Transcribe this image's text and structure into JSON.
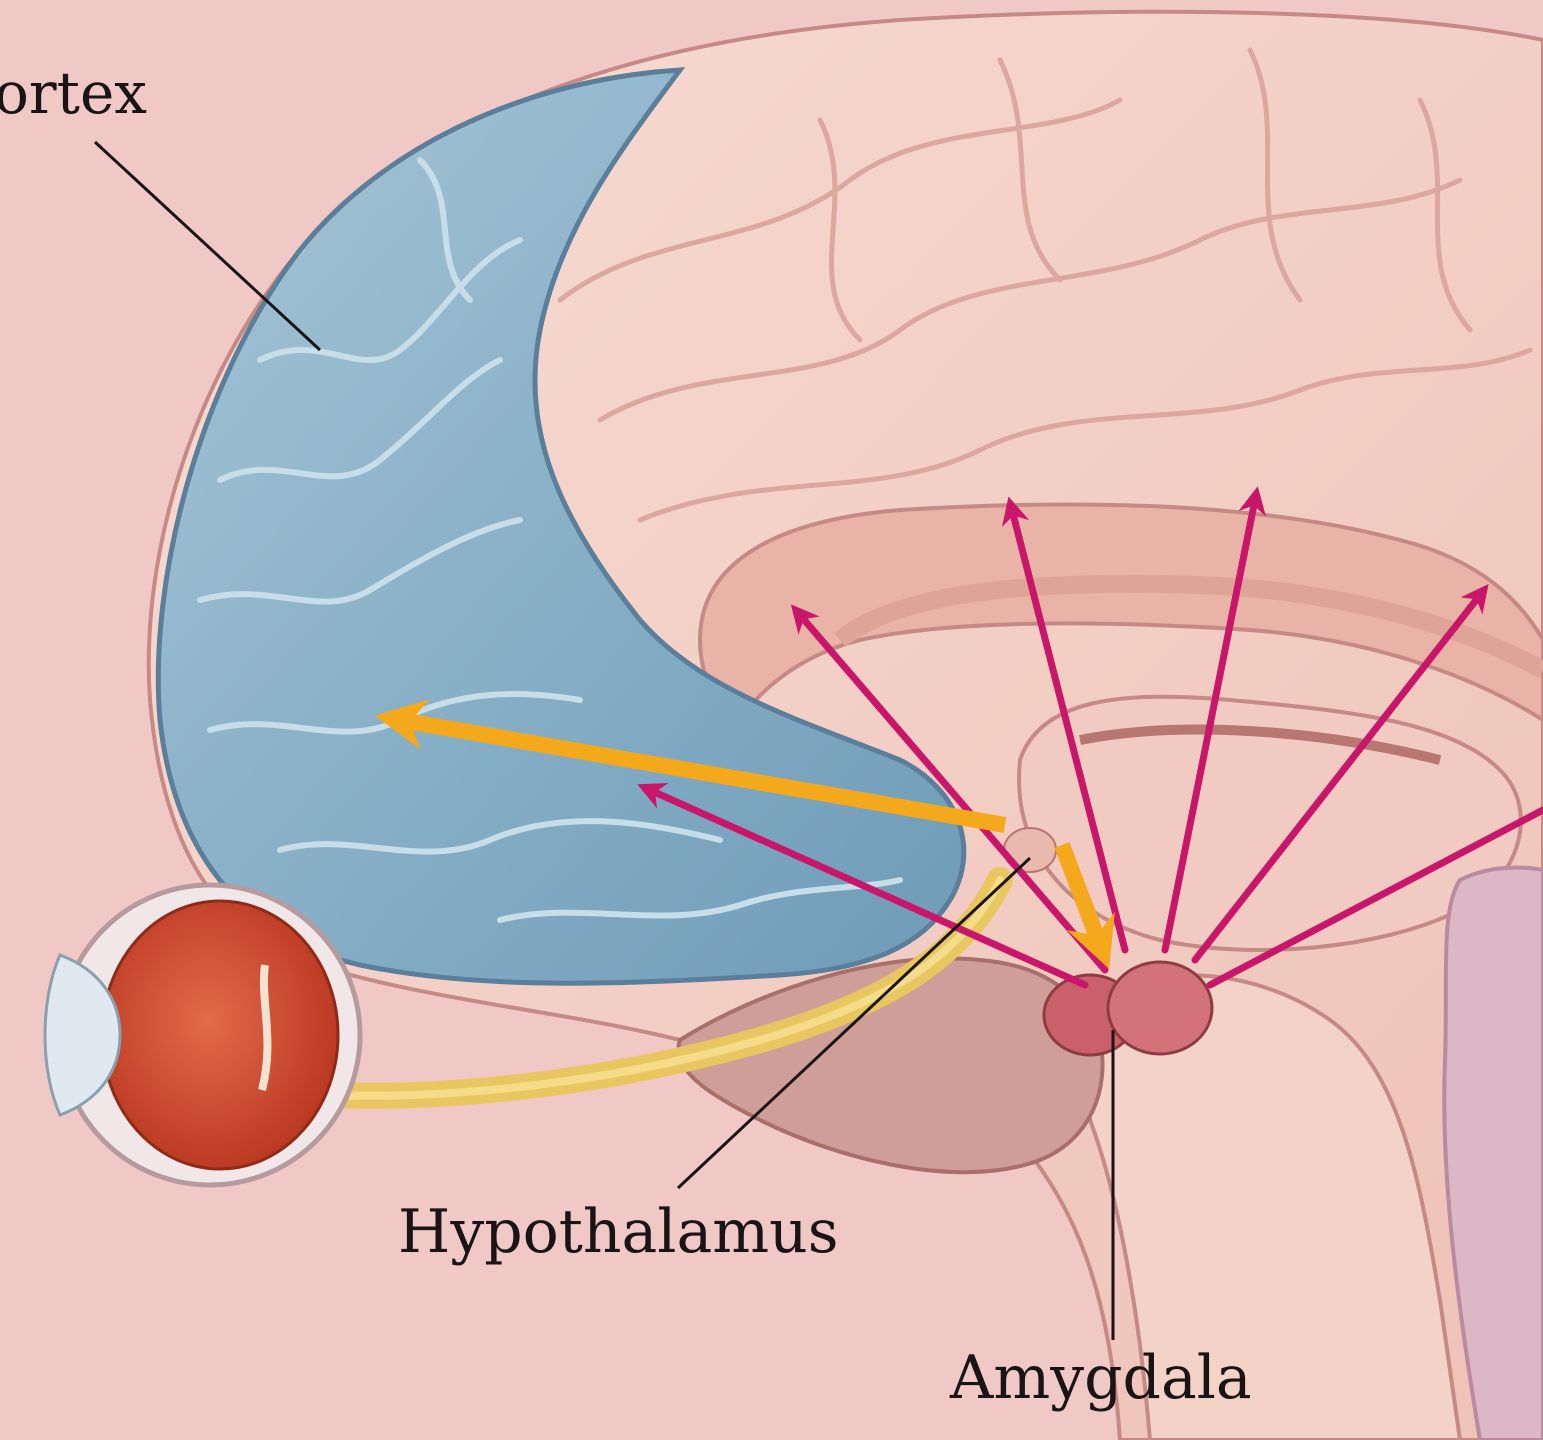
{
  "labels": {
    "cortex": "ortex",
    "hypothalamus": "Hypothalamus",
    "amygdala": "Amygdala"
  },
  "colors": {
    "background": "#f0c8c6",
    "prefrontal_cortex": "#8fb3c8",
    "brain_tissue": "#f3d3c8",
    "eye_iris": "#cf4b33",
    "optic_nerve": "#e8c760",
    "amygdala": "#c9606a",
    "excitatory_arrows": "#c8176b",
    "input_arrows": "#f4a81c"
  },
  "icons": {
    "eye": "eye-icon",
    "optic_nerve": "nerve-pathway",
    "arrow": "arrow-icon"
  }
}
